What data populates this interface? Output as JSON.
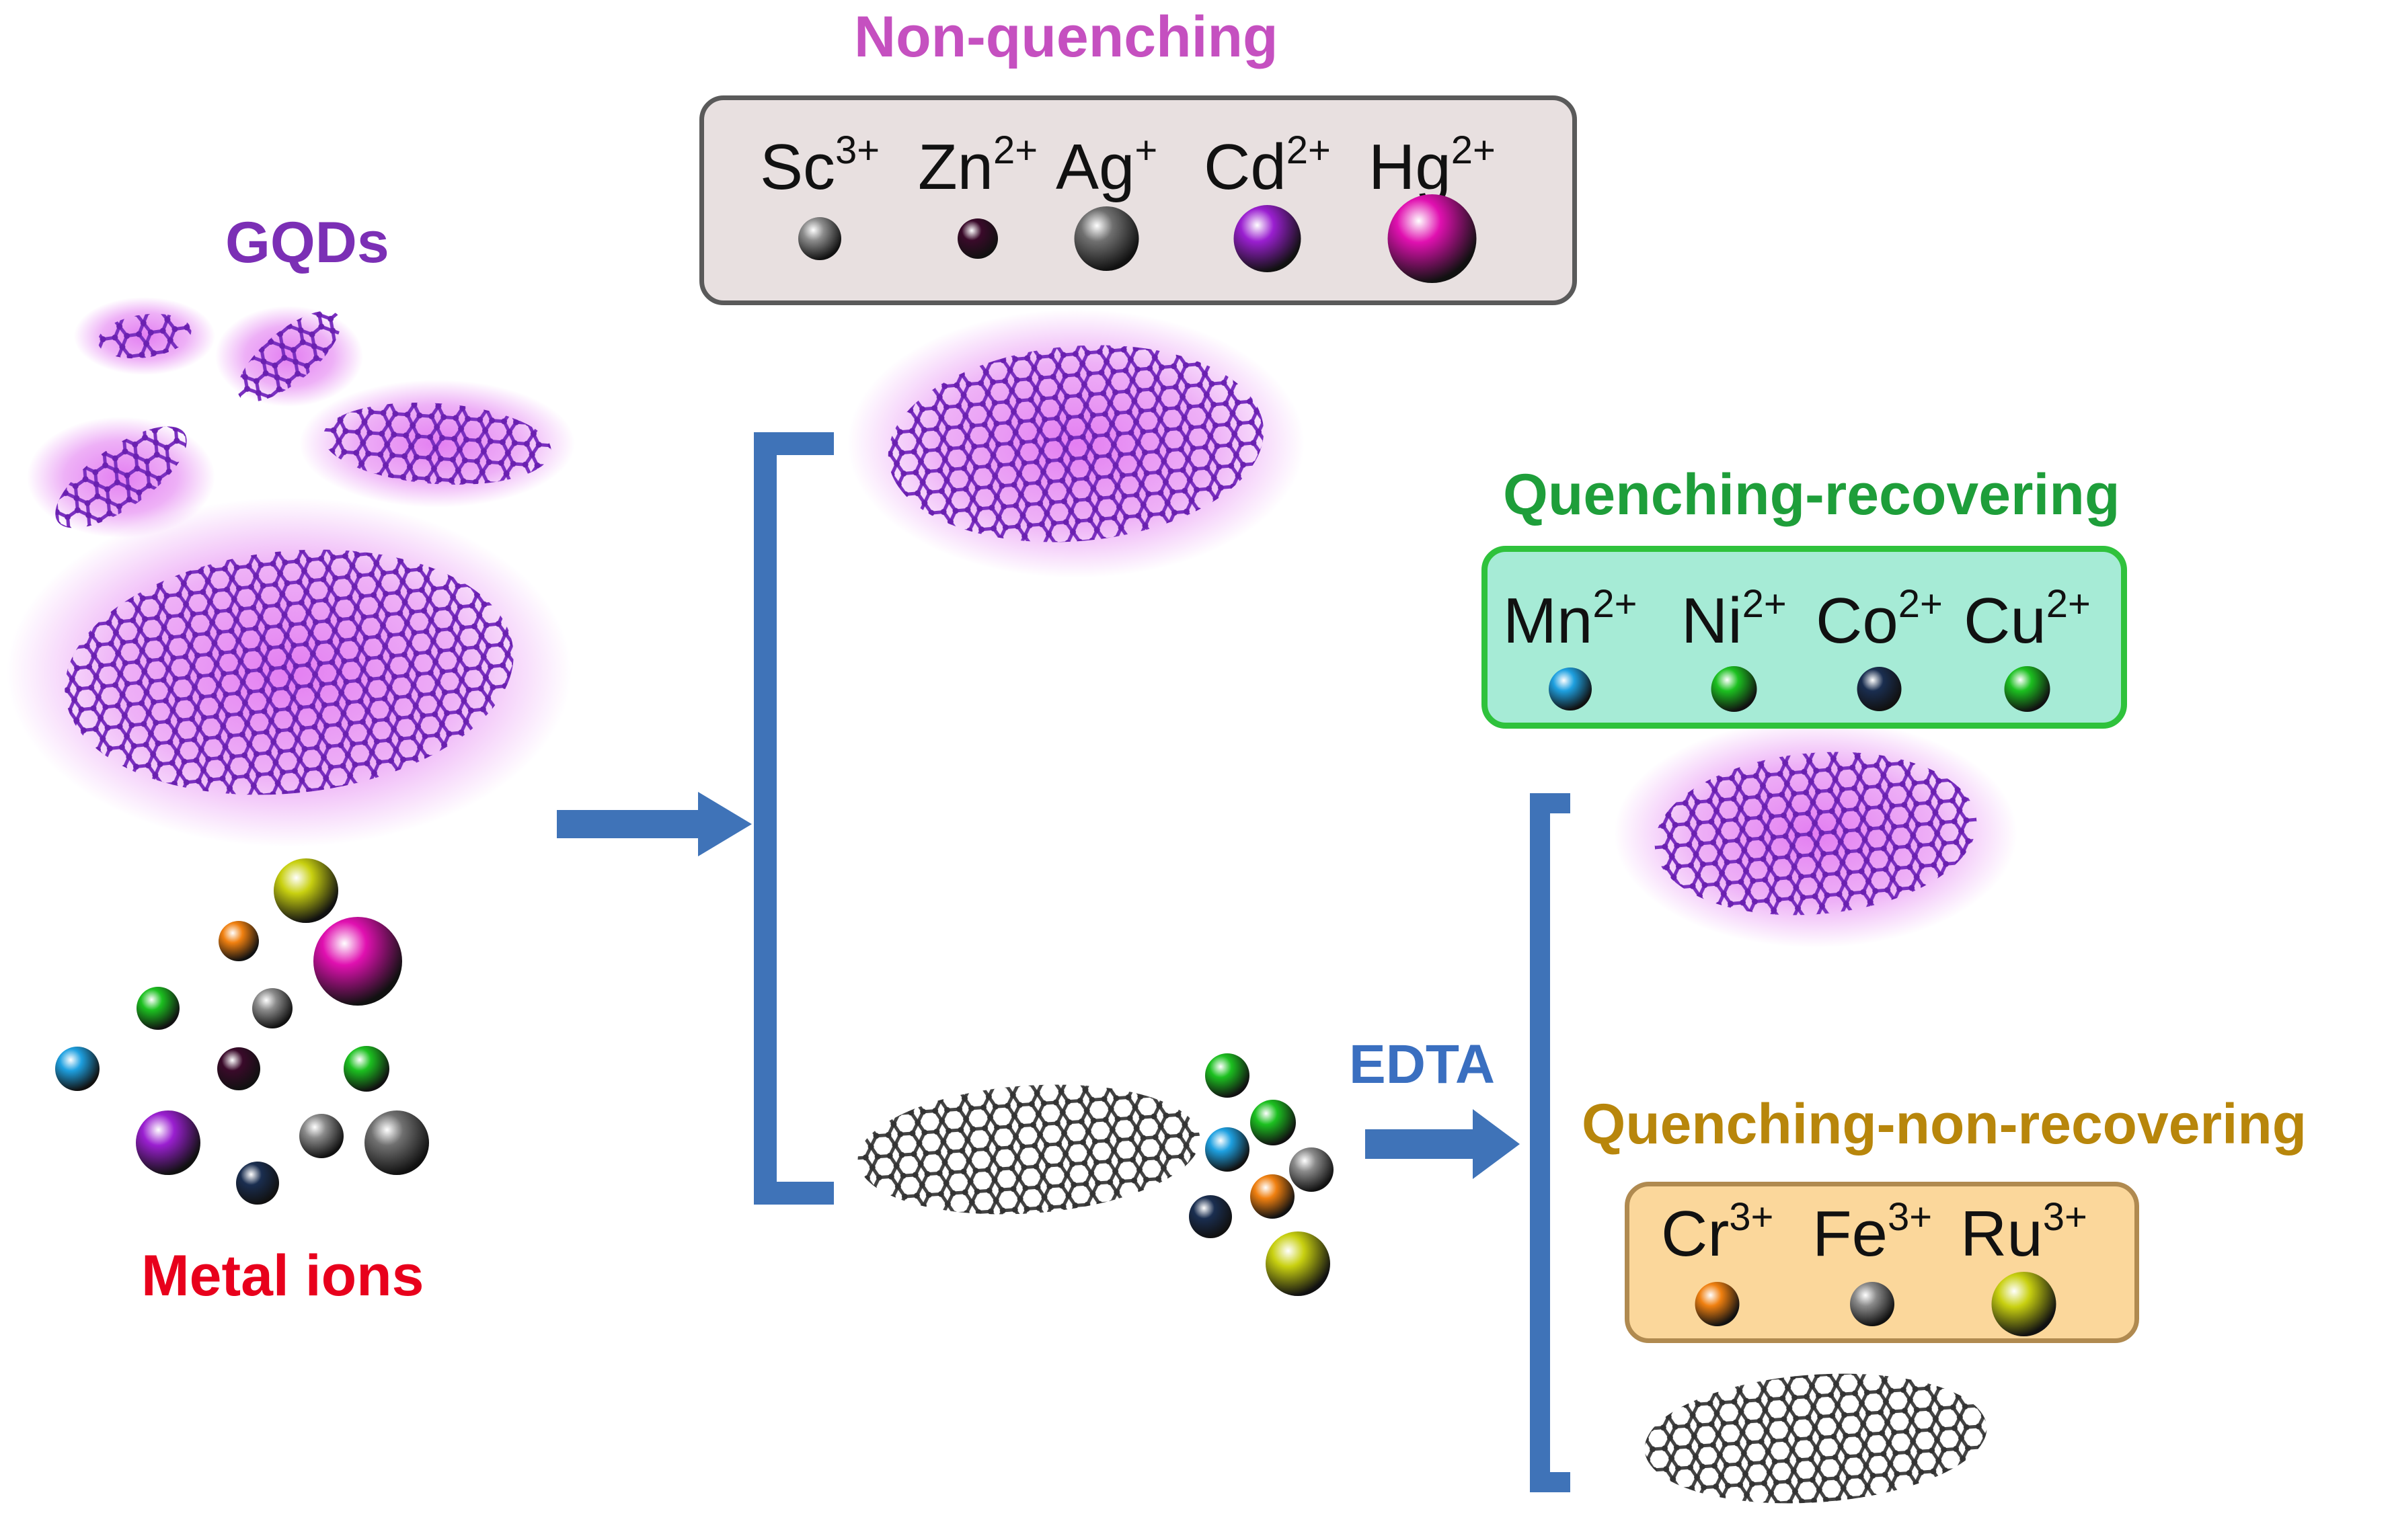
{
  "labels": {
    "gqds": "GQDs",
    "metal_ions": "Metal ions",
    "edta": "EDTA",
    "non_quenching": "Non-quenching",
    "quenching_recovering": "Quenching-recovering",
    "quenching_non_recovering": "Quenching-non-recovering"
  },
  "colors": {
    "gqds": "#7b2fb5",
    "metal_ions": "#e8001c",
    "edta": "#3a6fc0",
    "non_quenching": "#c550c0",
    "quenching_recovering": "#1e9e3a",
    "quenching_non_recovering": "#b8860b",
    "arrow": "#3f73b8",
    "gqd_lattice": "#8a3fd0",
    "quenched_lattice": "#3a3a3a",
    "glow": "#e070f0"
  },
  "groups": {
    "non_quenching": {
      "ions": [
        {
          "symbol": "Sc",
          "charge": "3+",
          "color": "#8c8c8c"
        },
        {
          "symbol": "Zn",
          "charge": "2+",
          "color": "#3a0a2a"
        },
        {
          "symbol": "Ag",
          "charge": "+",
          "color": "#707070"
        },
        {
          "symbol": "Cd",
          "charge": "2+",
          "color": "#9a1fd0"
        },
        {
          "symbol": "Hg",
          "charge": "2+",
          "color": "#e010b0"
        }
      ]
    },
    "quenching_recovering": {
      "ions": [
        {
          "symbol": "Mn",
          "charge": "2+",
          "color": "#1ea0e0"
        },
        {
          "symbol": "Ni",
          "charge": "2+",
          "color": "#1cc020"
        },
        {
          "symbol": "Co",
          "charge": "2+",
          "color": "#1a2e50"
        },
        {
          "symbol": "Cu",
          "charge": "2+",
          "color": "#1cc020"
        }
      ]
    },
    "quenching_non_recovering": {
      "ions": [
        {
          "symbol": "Cr",
          "charge": "3+",
          "color": "#f08010"
        },
        {
          "symbol": "Fe",
          "charge": "3+",
          "color": "#8a8a8a"
        },
        {
          "symbol": "Ru",
          "charge": "3+",
          "color": "#c8d010"
        }
      ]
    }
  }
}
